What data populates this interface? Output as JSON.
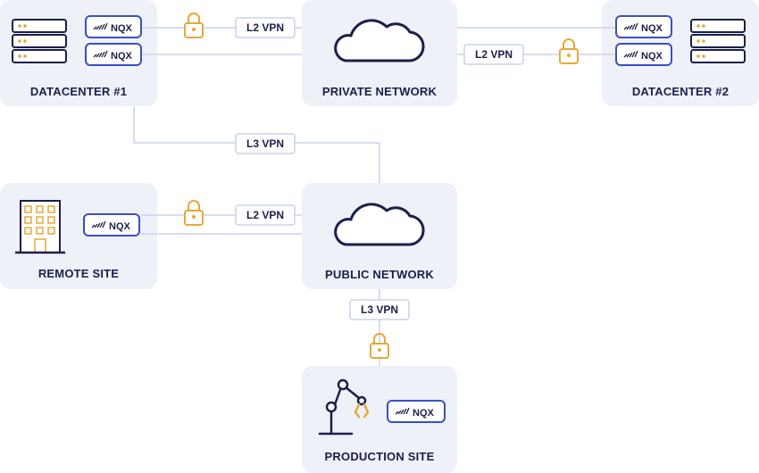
{
  "nodes": {
    "datacenter1": "DATACENTER #1",
    "private_network": "PRIVATE NETWORK",
    "datacenter2": "DATACENTER #2",
    "remote_site": "REMOTE SITE",
    "public_network": "PUBLIC NETWORK",
    "production_site": "PRODUCTION SITE"
  },
  "links": {
    "dc1_private": "L2 VPN",
    "private_dc2": "L2 VPN",
    "dc1_public": "L3 VPN",
    "remote_public": "L2 VPN",
    "public_production": "L3 VPN"
  },
  "device_label": "NQX",
  "icons": {
    "server": "server-rack-icon",
    "cloud": "cloud-icon",
    "lock": "padlock-icon",
    "building": "office-building-icon",
    "robot": "robotic-arm-icon",
    "device": "nqx-device-icon"
  },
  "colors": {
    "panel": "#eef1f8",
    "navy": "#1b1f4a",
    "accent": "#e8a73a",
    "device_border": "#3a4fc4",
    "link": "#c9d3ea"
  }
}
